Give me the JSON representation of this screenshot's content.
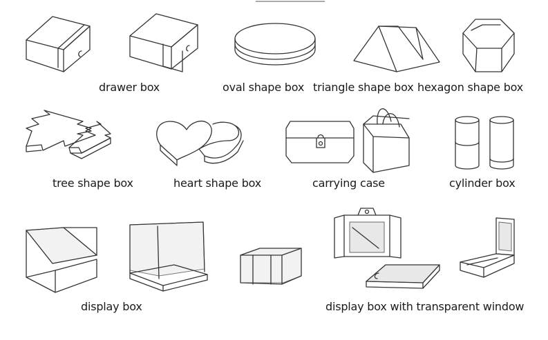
{
  "labels": {
    "drawer": "drawer box",
    "oval": "oval shape box",
    "triangle": "triangle shape box",
    "hexagon": "hexagon shape box",
    "tree": "tree shape box",
    "heart": "heart shape box",
    "carrying": "carrying case",
    "cylinder": "cylinder box",
    "display": "display box",
    "display_window": "display box with transparent window"
  }
}
